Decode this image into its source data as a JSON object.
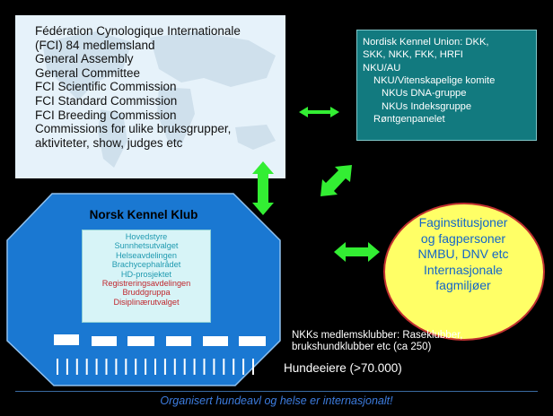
{
  "fci": {
    "lines": [
      "Fédération Cynologique Internationale",
      "(FCI) 84 medlemsland",
      "General Assembly",
      "General Committee",
      "FCI Scientific Commission",
      "FCI Standard Commission",
      "FCI Breeding Commission",
      "Commissions for ulike bruksgrupper,",
      "aktiviteter, show, judges etc"
    ]
  },
  "nku": {
    "lines": [
      "Nordisk Kennel Union: DKK,",
      "SKK, NKK, FKK, HRFI",
      "NKU/AU",
      "NKU/Vitenskapelige komite",
      "NKUs DNA-gruppe",
      "NKUs Indeksgruppe",
      "Røntgenpanelet"
    ]
  },
  "fag": {
    "lines": [
      "Faginstitusjoner",
      "og fagpersoner",
      "NMBU, DNV etc",
      "Internasjonale",
      "fagmiljøer"
    ]
  },
  "nkk": {
    "title": "Norsk Kennel Klub",
    "items": [
      {
        "label": "Hovedstyre",
        "color": "#1f9ab0"
      },
      {
        "label": "Sunnhetsutvalget",
        "color": "#1f9ab0"
      },
      {
        "label": "Helseavdelingen",
        "color": "#1f9ab0"
      },
      {
        "label": "Brachycephalrådet",
        "color": "#1f9ab0"
      },
      {
        "label": "HD-prosjektet",
        "color": "#1f9ab0"
      },
      {
        "label": "Registreringsavdelingen",
        "color": "#c0262d"
      },
      {
        "label": "Bruddgruppa",
        "color": "#c0262d"
      },
      {
        "label": "Disiplinærutvalget",
        "color": "#c0262d"
      }
    ]
  },
  "members": {
    "lines": [
      "NKKs medlemsklubber: Raseklubber,",
      "brukshundklubber etc (ca 250)"
    ]
  },
  "owners": "Hundeeiere (>70.000)",
  "footer": "Organisert hundeavl og helse er internasjonalt!",
  "colors": {
    "arrow": "#33ee33",
    "nkk_blue": "#1a78d2",
    "nku_teal": "#127a7f",
    "fag_yellow": "#ffff66",
    "footer_text": "#3d7de0"
  }
}
